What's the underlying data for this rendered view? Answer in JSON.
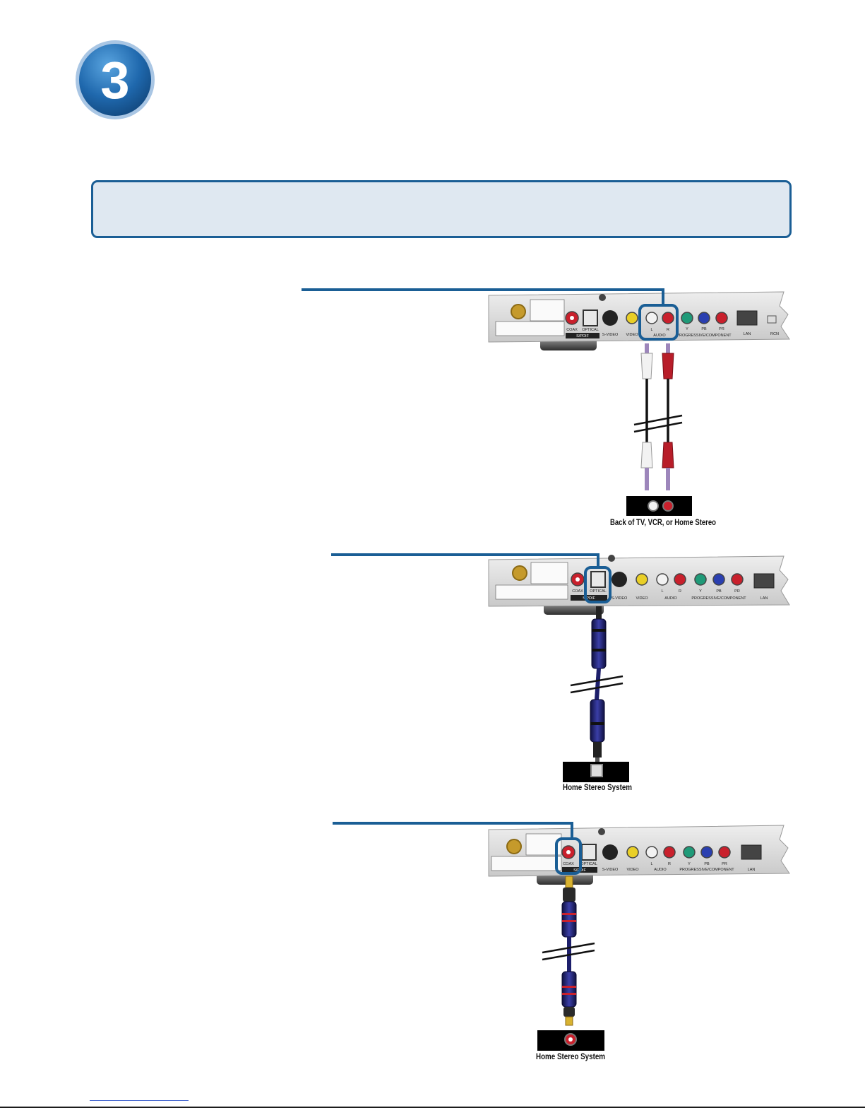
{
  "step": {
    "number": "3"
  },
  "diagrams": [
    {
      "id": "analog-audio",
      "caption": "Back of TV, VCR, or Home Stereo",
      "panel_labels": [
        "COAX",
        "OPTICAL",
        "S/PDIF",
        "S-VIDEO",
        "VIDEO",
        "L",
        "R",
        "AUDIO",
        "Y",
        "PB",
        "PR",
        "PROGRESSIVE/COMPONENT",
        "LAN",
        "RCN"
      ]
    },
    {
      "id": "optical-audio",
      "caption": "Home Stereo System",
      "panel_labels": [
        "COAX",
        "OPTICAL",
        "S/PDIF",
        "S-VIDEO",
        "VIDEO",
        "L",
        "R",
        "AUDIO",
        "Y",
        "PB",
        "PR",
        "PROGRESSIVE/COMPONENT",
        "LAN"
      ]
    },
    {
      "id": "coax-audio",
      "caption": "Home Stereo System",
      "panel_labels": [
        "COAX",
        "OPTICAL",
        "S/PDIF",
        "S-VIDEO",
        "VIDEO",
        "L",
        "R",
        "AUDIO",
        "Y",
        "PB",
        "PR",
        "PROGRESSIVE/COMPONENT",
        "LAN"
      ]
    }
  ],
  "colors": {
    "accent": "#1a5e95",
    "banner_fill": "#dfe8f1",
    "panel": "#d8d8d8",
    "jack_red": "#c9202c",
    "jack_white": "#f2f2f2",
    "jack_yellow": "#e9cf27",
    "jack_green": "#1f9a78",
    "jack_blue": "#2a3fb0",
    "cable_blue": "#1d1f6b"
  }
}
